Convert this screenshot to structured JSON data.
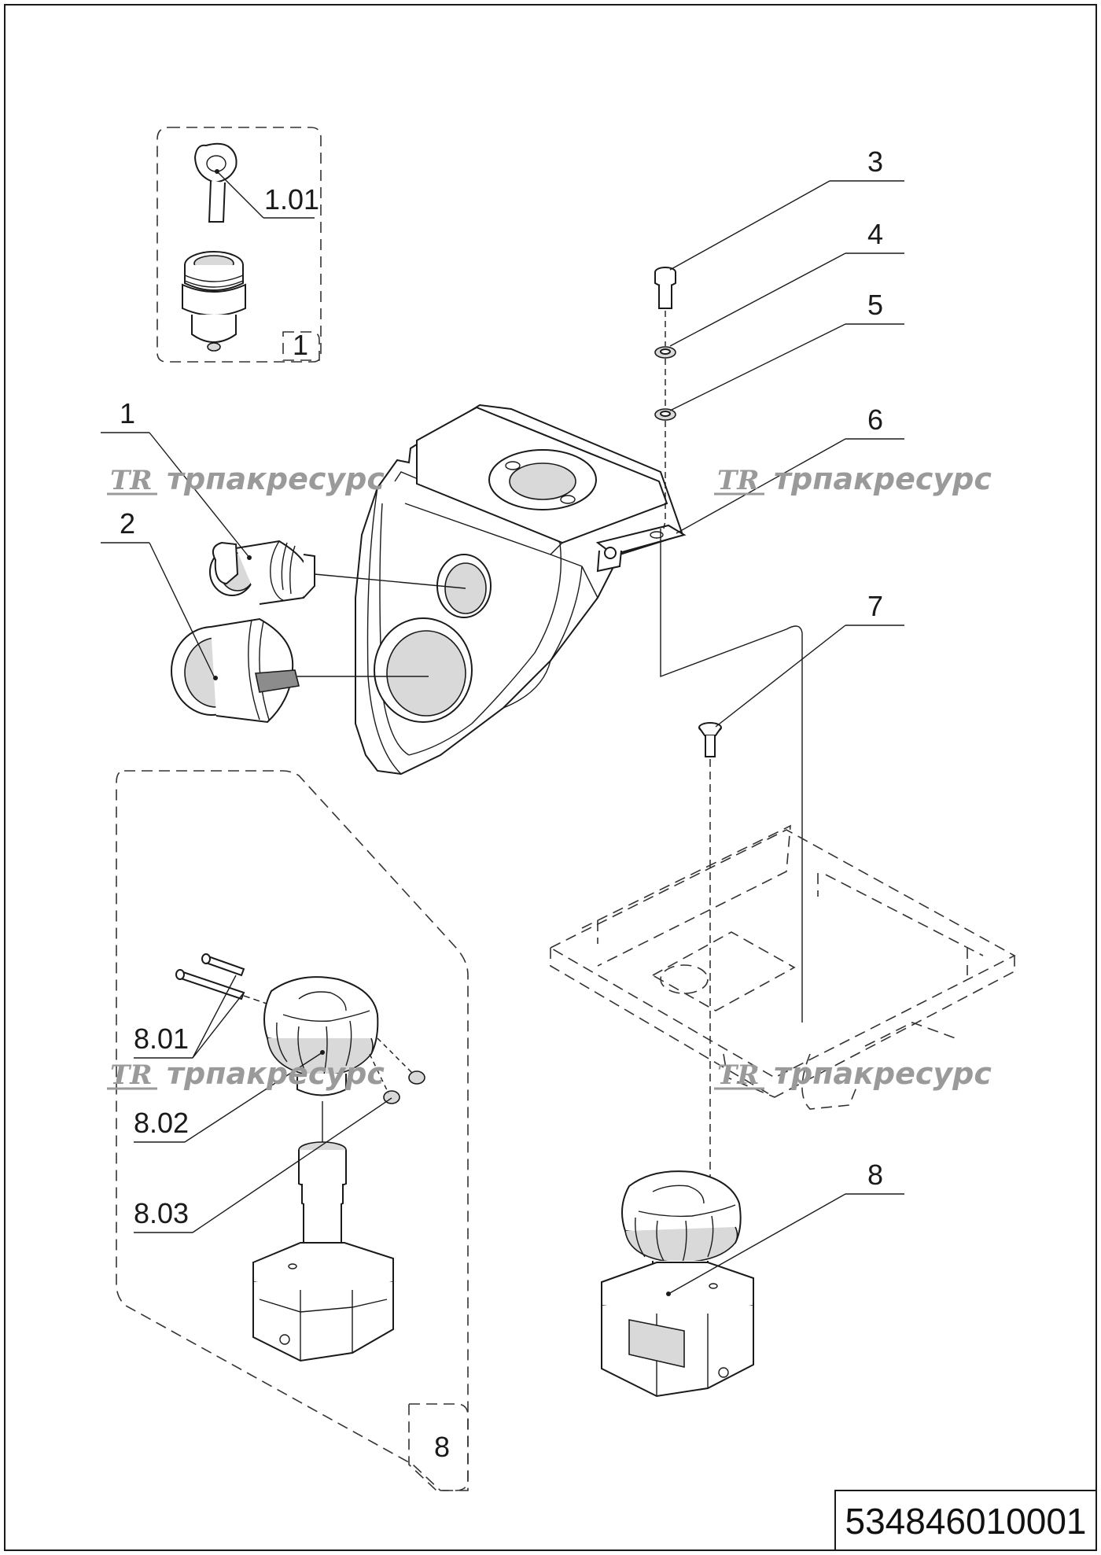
{
  "drawing_code": "534846010001",
  "watermark": "трпакресурс",
  "watermark_logo": "TR",
  "callouts": {
    "c1": "1",
    "c1_01": "1.01",
    "c1_box": "1",
    "c2": "2",
    "c3": "3",
    "c4": "4",
    "c5": "5",
    "c6": "6",
    "c7": "7",
    "c8": "8",
    "c8_box": "8",
    "c8_01": "8.01",
    "c8_02": "8.02",
    "c8_03": "8.03"
  }
}
